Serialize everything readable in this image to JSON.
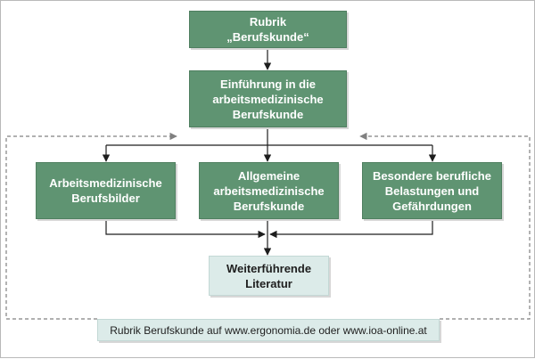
{
  "boxes": {
    "rubrik": "Rubrik\n„Berufskunde“",
    "einfuehrung": "Einführung in die\narbeitsmedizinische\nBerufskunde",
    "berufsbilder": "Arbeitsmedizinische\nBerufsbilder",
    "allgemeine": "Allgemeine\narbeitsmedizinische\nBerufskunde",
    "besondere": "Besondere berufliche\nBelastungen und\nGefährdungen",
    "literatur": "Weiterführende\nLiteratur"
  },
  "footer": {
    "text": "Rubrik Berufskunde auf www.ergonomia.de oder www.ioa-online.at"
  },
  "colors": {
    "box_green": "#5f9472",
    "box_light": "#dcebe9",
    "line": "#1e1e1e",
    "dashed": "#808080"
  }
}
